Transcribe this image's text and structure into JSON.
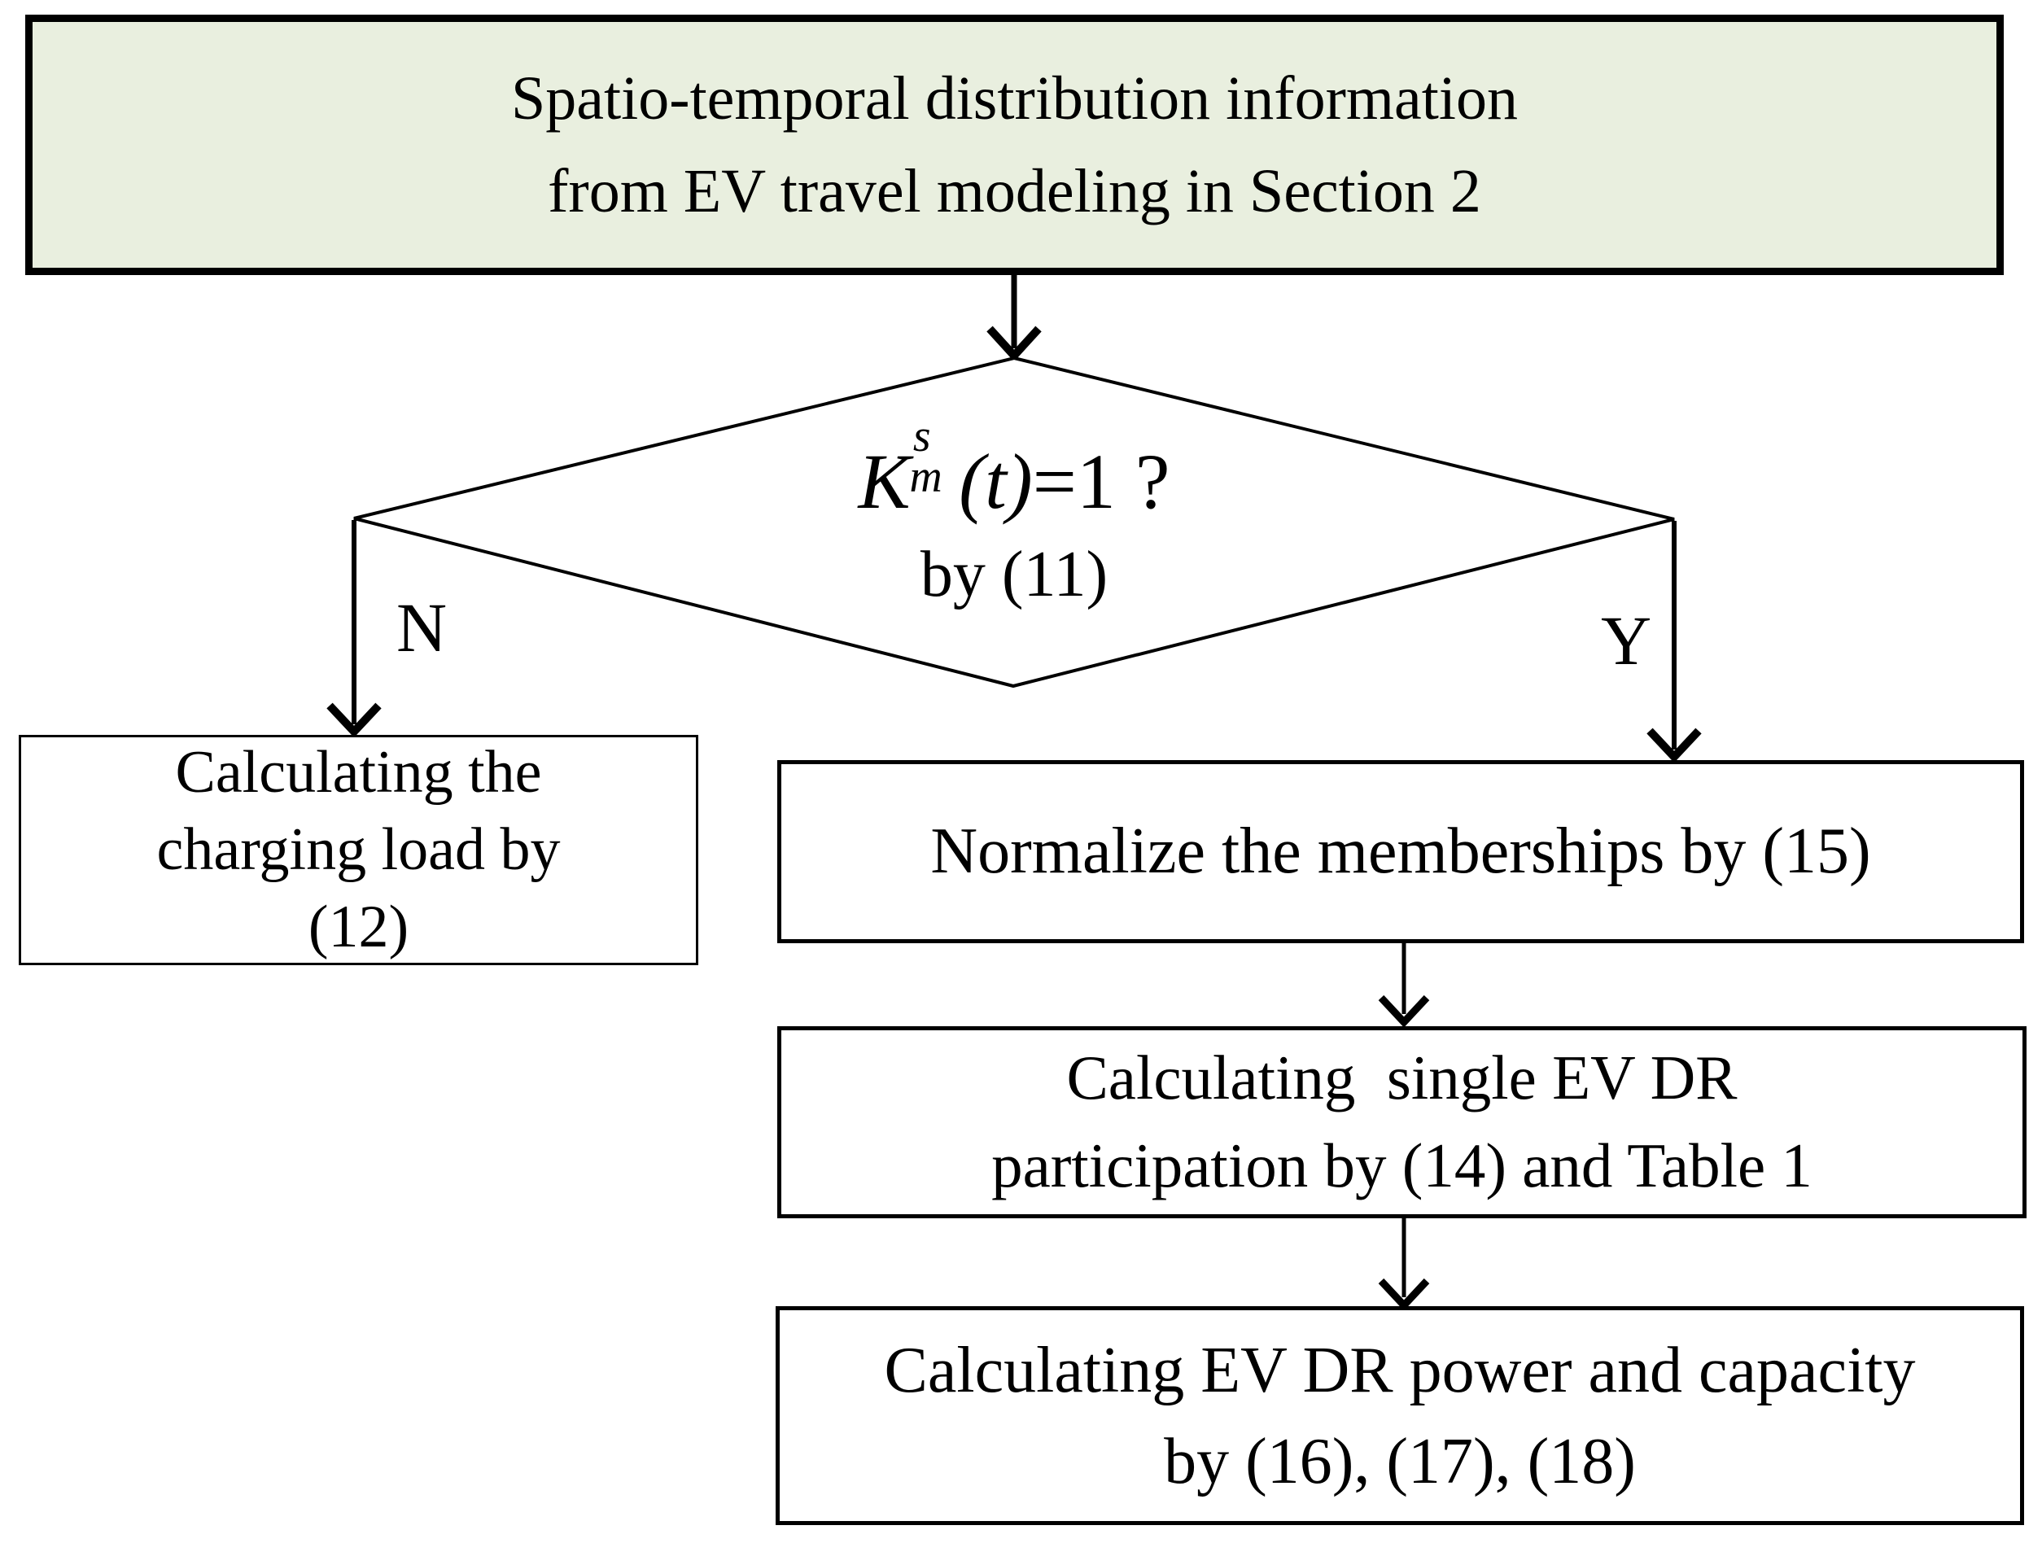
{
  "colors": {
    "title_fill": "#e9efdf",
    "stroke": "#000000",
    "background": "#ffffff"
  },
  "title_box": {
    "line1": "Spatio-temporal distribution information",
    "line2": "from EV travel modeling in Section 2"
  },
  "decision": {
    "k": "K",
    "sup": "s",
    "sub": "m",
    "formula_italic": "(t)",
    "formula_rest": "=1 ?",
    "line2": "by (11)"
  },
  "branch_labels": {
    "no": "N",
    "yes": "Y"
  },
  "boxes": {
    "charging_load": {
      "line1": "Calculating the",
      "line2": "charging load by",
      "line3": "(12)"
    },
    "normalize": {
      "line1": "Normalize the memberships by (15)"
    },
    "participation": {
      "line1": "Calculating  single EV DR",
      "line2": "participation by (14) and Table 1"
    },
    "power_capacity": {
      "line1": "Calculating EV DR power and capacity",
      "line2": "by (16), (17), (18)"
    }
  }
}
